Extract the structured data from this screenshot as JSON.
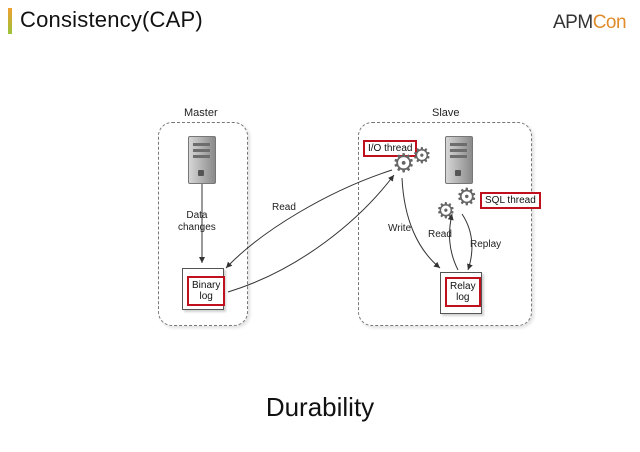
{
  "slide": {
    "title": "Consistency(CAP)",
    "logo_prefix": "APM",
    "logo_suffix": "Con",
    "conclusion": "Durability"
  },
  "diagram": {
    "master": {
      "label": "Master",
      "data_changes": [
        "Data",
        "changes"
      ],
      "binary_log": [
        "Binary",
        "log"
      ]
    },
    "slave": {
      "label": "Slave",
      "io_thread": "I/O thread",
      "sql_thread": "SQL thread",
      "relay_log": [
        "Relay",
        "log"
      ]
    },
    "edges": {
      "read_binlog": "Read",
      "write_relay": "Write",
      "read_relay": "Read",
      "replay": "Replay"
    }
  },
  "colors": {
    "highlight_border": "#c0101e",
    "logo_accent": "#e08b2c"
  },
  "icons": [
    "server-icon",
    "gear-icon",
    "document-icon"
  ]
}
